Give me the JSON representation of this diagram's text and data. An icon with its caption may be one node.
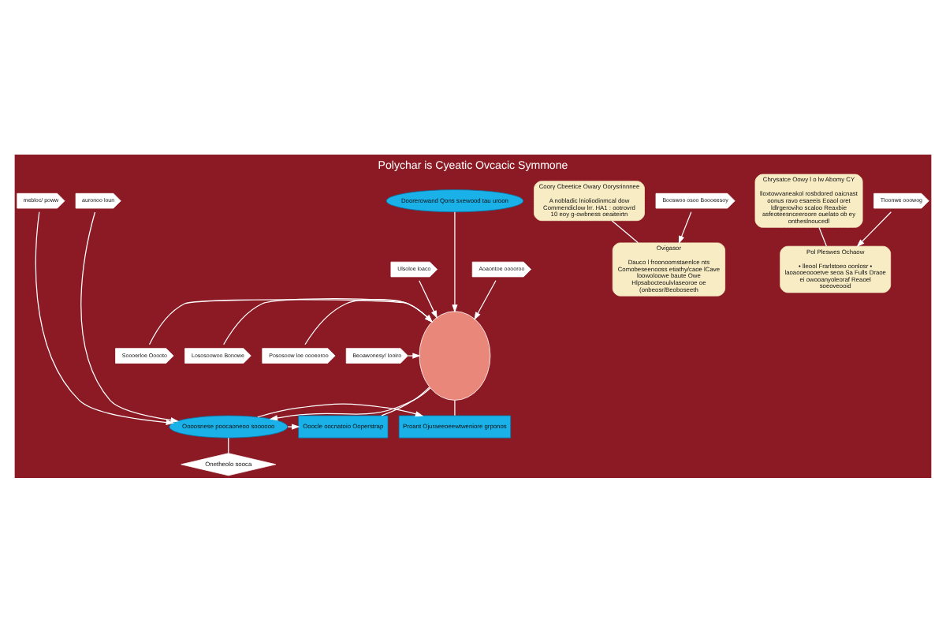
{
  "diagram": {
    "title": "Polychar is Cyeatic Ovcacic Symmone",
    "nodes": [
      {
        "text": [
          "Doorerowand Qons sxewood tau uroon"
        ]
      },
      {
        "text": [
          "Coorγ Cbeetice Owary Oorysrinnnee",
          "A nobladic lnioliodinmcal dow Commendiclow lrr. HA1 : ootrovrd 10 eoy g-owbness oeaiteirtn"
        ]
      },
      {
        "text": [
          "Chrysatce Oowy l o lw Abomy CY",
          "lloxtowvaneakol rosbdored oaicnast oonus ravo esaeeis Eoaol oret ldlrgeroviho scaloo Reaxbie asfeoteesnceeroore ouelato ob ey ontheslnoucedl"
        ]
      },
      {
        "text": [],
        "shape": "picture"
      },
      {
        "text": [
          "Beoawonesy/ Iooiro"
        ]
      },
      {
        "text": [
          "Soooerloe Ooooto"
        ]
      },
      {
        "text": [
          "Aoaontoe ooooroo"
        ]
      },
      {
        "text": [
          "Lososoowoo Bonowe"
        ]
      },
      {
        "text": [
          "Pososoow loe oooeoroo"
        ]
      },
      {
        "text": [
          "Ulsoloe loaco"
        ]
      },
      {
        "text": [
          "Ovigasor",
          "Dauco l froonoomstaenlce nts Comobeseenooss etiathy/caoe lCave loowoloowe baute Owe Hlpsabocteoulvlaseoroe oe (onbeosr/Beoboseeth"
        ]
      },
      {
        "text": [
          "Pol Pleswes Ochaow",
          "• lleool Frarlstoeo oonlosr • laoaooeoooetve seoa Sa Fulls Draoe ei owooanyoleoraf Reaoel soeoveooid"
        ]
      },
      {
        "text": [
          "Booswoo osoo Boooeesoy"
        ]
      },
      {
        "text": [
          "mebloc/ poww"
        ]
      },
      {
        "text": [
          "Tloonwe ooowog"
        ]
      },
      {
        "text": [
          "auronoo loun"
        ]
      },
      {
        "text": [
          "Oooosnese poocaoneoo soooooo"
        ]
      },
      {
        "text": [
          "Ooocle oocnatoio Ooperstrap"
        ]
      },
      {
        "text": [
          "Proant Ojuraeeoeewtweniore grponos"
        ]
      },
      {
        "text": [
          "Onetheolo sooca"
        ]
      }
    ],
    "edges": [
      {
        "from": 0,
        "to": 3,
        "arrow": "to"
      },
      {
        "from": 4,
        "to": 3,
        "arrow": "to"
      },
      {
        "from": 5,
        "to": 3,
        "arrow": "to"
      },
      {
        "from": 6,
        "to": 3,
        "arrow": "to"
      },
      {
        "from": 7,
        "to": 3,
        "arrow": "to"
      },
      {
        "from": 8,
        "to": 3,
        "arrow": "to"
      },
      {
        "from": 9,
        "to": 3,
        "arrow": "to"
      },
      {
        "from": 1,
        "to": 10,
        "arrow": "none"
      },
      {
        "from": 2,
        "to": 11,
        "arrow": "none"
      },
      {
        "from": 12,
        "to": 10,
        "arrow": "to"
      },
      {
        "from": 13,
        "to": 16,
        "arrow": "to"
      },
      {
        "from": 14,
        "to": 11,
        "arrow": "to"
      },
      {
        "from": 15,
        "to": 16,
        "arrow": "to"
      },
      {
        "from": 3,
        "to": 16,
        "arrow": "to"
      },
      {
        "from": 16,
        "to": 17,
        "arrow": "to"
      },
      {
        "from": 16,
        "to": 18,
        "arrow": "to"
      },
      {
        "from": 16,
        "to": 19,
        "arrow": "none"
      },
      {
        "from": 3,
        "to": 17,
        "arrow": "none"
      },
      {
        "from": 3,
        "to": 18,
        "arrow": "none"
      }
    ]
  }
}
